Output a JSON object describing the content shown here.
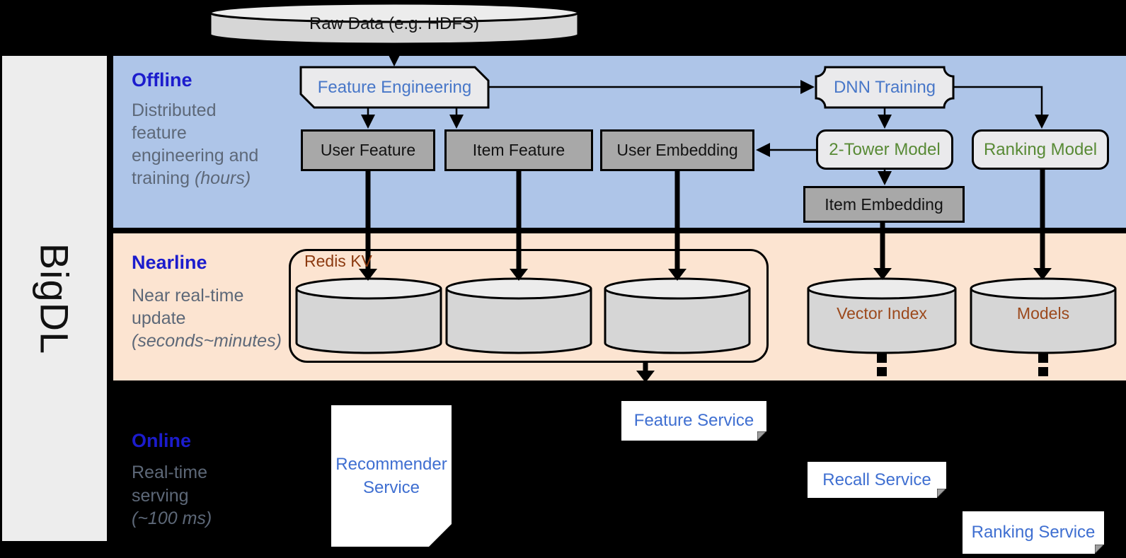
{
  "brand": {
    "label": "BigDL"
  },
  "raw_data": {
    "label": "Raw Data (e.g. HDFS)"
  },
  "sections": {
    "offline": {
      "title": "Offline",
      "desc_lines": [
        "Distributed",
        "feature",
        "engineering and"
      ],
      "desc_tail": "training ",
      "desc_tail_italic": "(hours)"
    },
    "nearline": {
      "title": "Nearline",
      "desc_lines": [
        "Near real-time",
        "update"
      ],
      "desc_italic": "(seconds~minutes)"
    },
    "online": {
      "title": "Online",
      "desc_lines": [
        "Real-time",
        "serving"
      ],
      "desc_italic": "(~100 ms)"
    }
  },
  "nodes": {
    "feature_engineering": {
      "label": "Feature Engineering"
    },
    "dnn_training": {
      "label": "DNN Training"
    },
    "user_feature": {
      "label": "User Feature"
    },
    "item_feature": {
      "label": "Item Feature"
    },
    "user_embedding": {
      "label": "User Embedding"
    },
    "two_tower_model": {
      "label": "2-Tower Model"
    },
    "ranking_model": {
      "label": "Ranking Model"
    },
    "item_embedding": {
      "label": "Item Embedding"
    },
    "redis_kv": {
      "label": "Redis KV"
    },
    "vector_index": {
      "label": "Vector Index"
    },
    "models": {
      "label": "Models"
    },
    "recommender_service": {
      "line1": "Recommender",
      "line2": "Service"
    },
    "feature_service": {
      "label": "Feature Service"
    },
    "recall_service": {
      "label": "Recall Service"
    },
    "ranking_service": {
      "label": "Ranking Service"
    }
  },
  "colors": {
    "background": "#000000",
    "sidebar": "#ededed",
    "offline_band": "#aec5e8",
    "nearline_band": "#fce4d1",
    "dark_box": "#a8a8a8",
    "light_shape": "#eaeaec",
    "cylinder_body": "#d6d6d6",
    "cylinder_top": "#ececec",
    "blue_node_text": "#4877c8",
    "green_node_text": "#588a35",
    "brown_text": "#9c491c",
    "section_title_blue": "#1c1ccd",
    "desc_text": "#5d6878",
    "service_text": "#3f6fd1"
  }
}
